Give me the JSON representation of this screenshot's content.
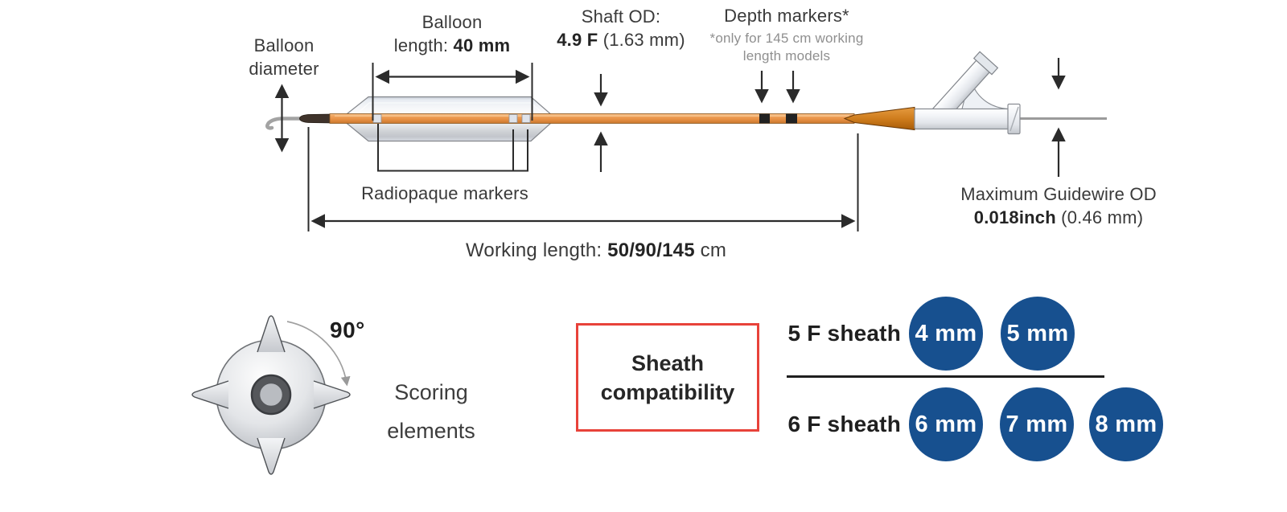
{
  "device_diagram": {
    "labels": {
      "balloon_diameter_1": "Balloon",
      "balloon_diameter_2": "diameter",
      "balloon_length_1": "Balloon",
      "balloon_length_prefix": "length: ",
      "balloon_length_value": "40 mm",
      "shaft_od_title": "Shaft OD:",
      "shaft_od_value": "4.9 F",
      "shaft_od_paren": " (1.63 mm)",
      "depth_markers_title": "Depth markers*",
      "depth_markers_note_1": "*only for 145 cm working",
      "depth_markers_note_2": "length models",
      "radiopaque_markers": "Radiopaque markers",
      "working_length_prefix": "Working length: ",
      "working_length_value": "50/90/145",
      "working_length_suffix": " cm",
      "max_guidewire_1": "Maximum Guidewire OD",
      "max_guidewire_value": "0.018inch",
      "max_guidewire_paren": " (0.46 mm)"
    }
  },
  "scoring": {
    "angle": "90°",
    "label_1": "Scoring",
    "label_2": "elements"
  },
  "sheath_compatibility": {
    "title_1": "Sheath",
    "title_2": "compatibility",
    "rows": [
      {
        "label": "5 F sheath",
        "sizes": [
          "4 mm",
          "5 mm"
        ]
      },
      {
        "label": "6 F sheath",
        "sizes": [
          "6 mm",
          "7 mm",
          "8 mm"
        ]
      }
    ]
  },
  "colors": {
    "circle_blue": "#17508f",
    "box_border_red": "#e8423a",
    "shaft_orange": "#e8954a",
    "strain_relief_orange": "#c06a10",
    "depth_marker_black": "#222222",
    "note_gray": "#8f8f8f",
    "text_dark": "#3a3a3a"
  }
}
